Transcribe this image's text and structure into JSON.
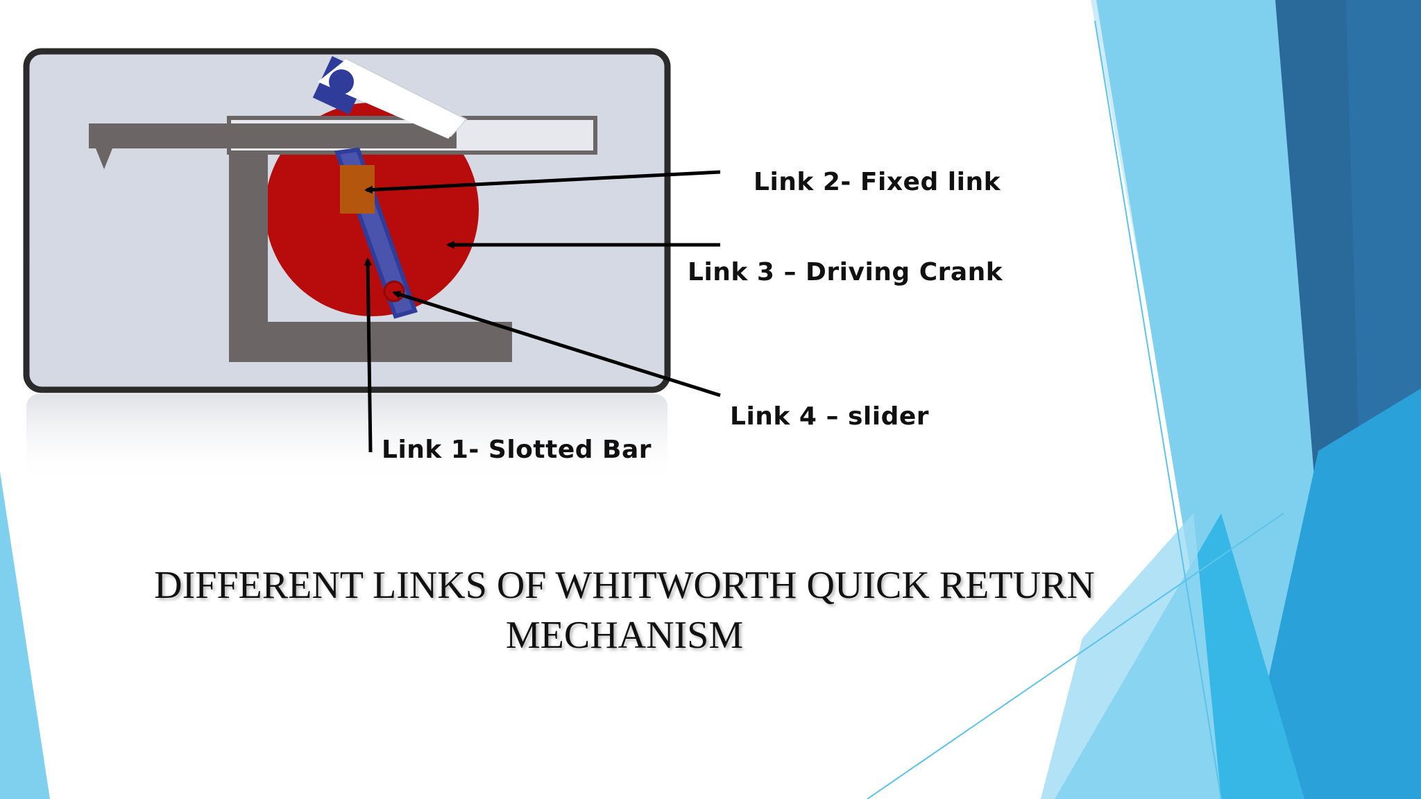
{
  "slide": {
    "title_line1": "DIFFERENT LINKS OF WHITWORTH QUICK RETURN",
    "title_line2": "MECHANISM"
  },
  "labels": {
    "link2": "Link 2- Fixed link",
    "link3": "Link 3 – Driving Crank",
    "link4": "Link 4 – slider",
    "link1": "Link 1- Slotted Bar"
  },
  "colors": {
    "background": "#ffffff",
    "frame_border": "#2b2b2b",
    "frame_fill": "#d4d9e3",
    "crank_disc": "#b80b0b",
    "fixed_link": "#6b6565",
    "slotted_bar": "#2f3c9a",
    "slider_block": "#b5560f",
    "arrow": "#000000",
    "accent_light_blue": "#7fd0ef",
    "accent_mid_blue": "#2fa6dc",
    "accent_dark_blue": "#2a6a9b"
  },
  "icons": {
    "diagram": "whitworth-mechanism-illustration",
    "arrows": "pointer-arrow"
  }
}
